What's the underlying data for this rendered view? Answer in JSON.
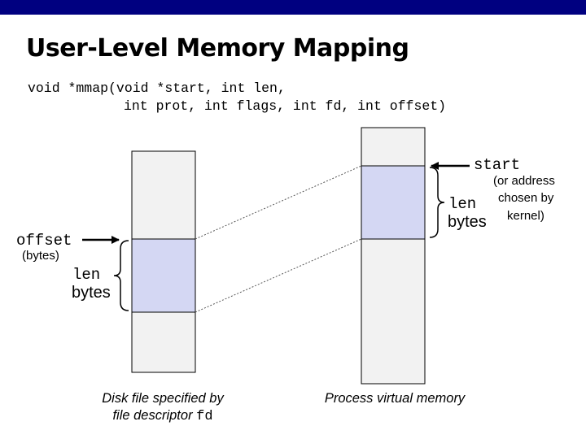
{
  "title": "User-Level Memory Mapping",
  "signature": {
    "line1": "void *mmap(void *start, int len,",
    "line2": "int prot, int flags, int fd, int offset)"
  },
  "left": {
    "offset_label": "offset",
    "offset_unit": "(bytes)",
    "len_label": "len",
    "bytes_label": "bytes",
    "caption_line1": "Disk file specified by",
    "caption_line2_text": "file descriptor ",
    "caption_line2_code": "fd"
  },
  "right": {
    "start_label": "start",
    "note_line1": "(or address",
    "note_line2": "chosen by",
    "note_line3": "kernel)",
    "len_label": "len",
    "bytes_label": "bytes",
    "caption": "Process virtual memory"
  },
  "colors": {
    "topbar": "#000080",
    "region_fill": "#d4d7f3",
    "column_fill": "#f2f2f2"
  }
}
